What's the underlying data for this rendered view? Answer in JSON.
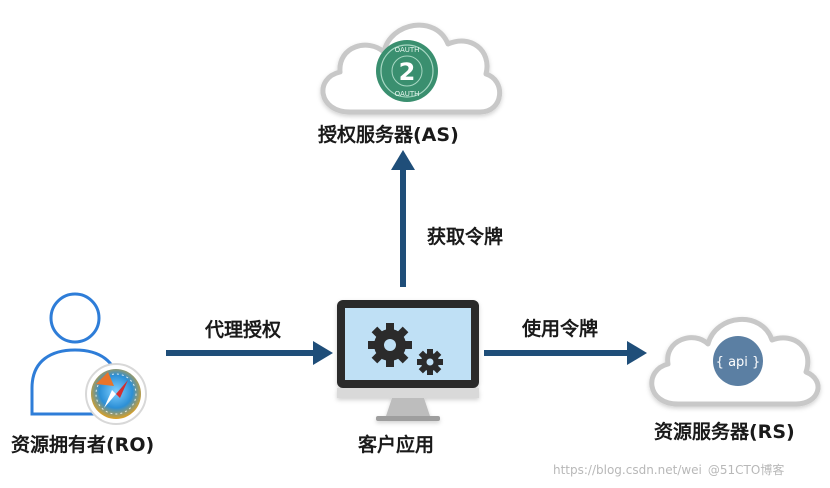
{
  "nodes": {
    "authorization_server": {
      "label": "授权服务器(AS)",
      "badge_text": "2",
      "badge_ring_top": "OAUTH",
      "badge_ring_bottom": "OAUTH"
    },
    "resource_server": {
      "label": "资源服务器(RS)",
      "api_text": "{ api }"
    },
    "resource_owner": {
      "label": "资源拥有者(RO)"
    },
    "client": {
      "label": "客户应用"
    }
  },
  "edges": {
    "get_token": "获取令牌",
    "proxy_authorize": "代理授权",
    "use_token": "使用令牌"
  },
  "watermark": {
    "url": "https://blog.csdn.net/wei",
    "site": "@51CTO博客"
  },
  "colors": {
    "arrow": "#1f4e79",
    "cloud_stroke": "#c8c8c8",
    "badge": "#3a8f6f",
    "api_circle": "#5b7fa3",
    "person_stroke": "#2e7dd8",
    "monitor_screen": "#bfe0f5"
  }
}
